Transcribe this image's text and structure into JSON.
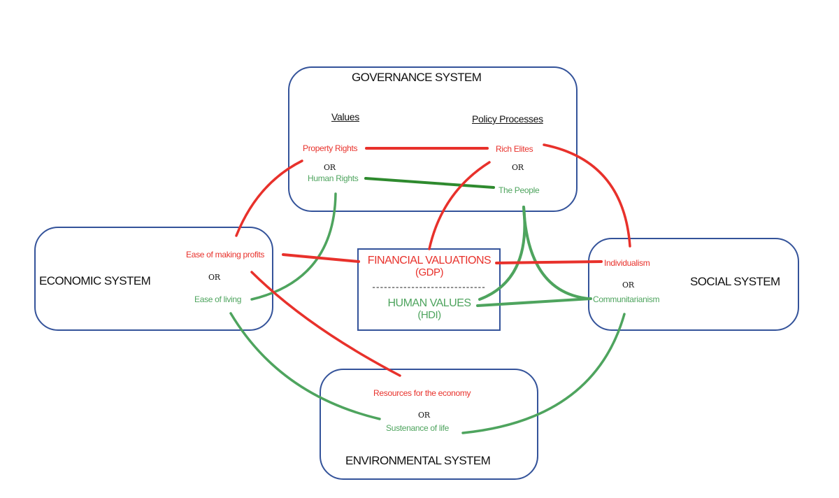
{
  "colors": {
    "box_border": "#34539a",
    "red": "#e8312b",
    "green": "#4ea45e",
    "dark_green": "#2e8a2e",
    "text": "#111111"
  },
  "governance": {
    "title": "GOVERNANCE SYSTEM",
    "values_heading": "Values",
    "policy_heading": "Policy Processes",
    "property_rights": "Property Rights",
    "or_left": "OR",
    "human_rights": "Human Rights",
    "rich_elites": "Rich Elites",
    "or_right": "OR",
    "the_people": "The People"
  },
  "economic": {
    "title": "ECONOMIC SYSTEM",
    "profits": "Ease of making profits",
    "or": "OR",
    "living": "Ease of living"
  },
  "center": {
    "financial": "FINANCIAL VALUATIONS",
    "gdp": "(GDP)",
    "divider": "-----------------------------",
    "human": "HUMAN VALUES",
    "hdi": "(HDI)"
  },
  "social": {
    "title": "SOCIAL SYSTEM",
    "individualism": "Individualism",
    "or": "OR",
    "communitarianism": "Communitarianism"
  },
  "environmental": {
    "title": "ENVIRONMENTAL SYSTEM",
    "resources": "Resources for the economy",
    "or": "OR",
    "sustenance": "Sustenance of life"
  },
  "connections": [
    {
      "from": "Property Rights",
      "to": "Rich Elites",
      "color": "red"
    },
    {
      "from": "Human Rights",
      "to": "The People",
      "color": "dark_green"
    },
    {
      "from": "Property Rights",
      "to": "Ease of making profits",
      "color": "red"
    },
    {
      "from": "Human Rights",
      "to": "Ease of living",
      "color": "green"
    },
    {
      "from": "Rich Elites",
      "to": "Financial Valuations (GDP)",
      "color": "red"
    },
    {
      "from": "Rich Elites",
      "to": "Individualism",
      "color": "red"
    },
    {
      "from": "The People",
      "to": "Human Values (HDI)",
      "color": "green"
    },
    {
      "from": "The People",
      "to": "Communitarianism",
      "color": "green"
    },
    {
      "from": "Ease of making profits",
      "to": "Financial Valuations (GDP)",
      "color": "red"
    },
    {
      "from": "Ease of making profits",
      "to": "Resources for the economy",
      "color": "red"
    },
    {
      "from": "Ease of living",
      "to": "Sustenance of life",
      "color": "green"
    },
    {
      "from": "Financial Valuations (GDP)",
      "to": "Individualism",
      "color": "red"
    },
    {
      "from": "Human Values (HDI)",
      "to": "Communitarianism",
      "color": "green"
    },
    {
      "from": "Communitarianism",
      "to": "Sustenance of life",
      "color": "green"
    }
  ]
}
